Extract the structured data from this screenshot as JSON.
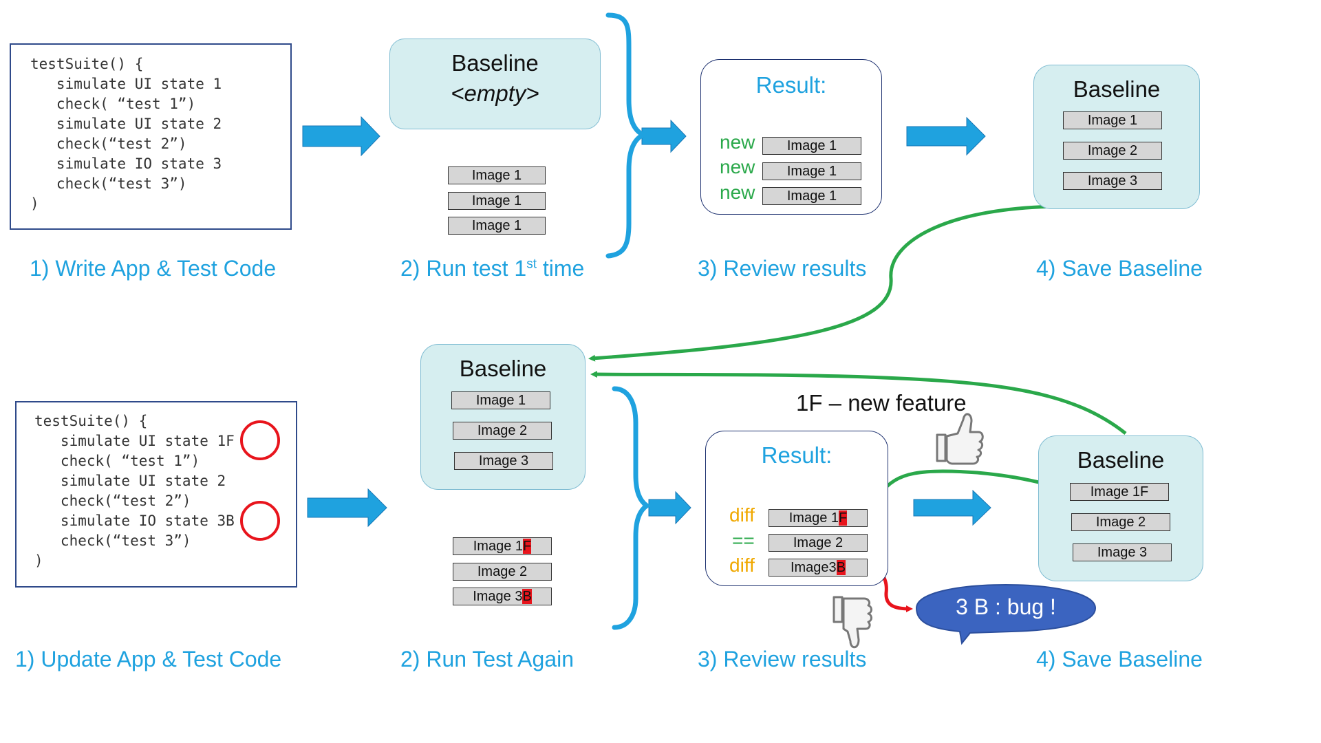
{
  "top": {
    "code": {
      "lines": [
        "testSuite() {",
        "   simulate UI state 1",
        "   check( “test 1”)",
        "   simulate UI state 2",
        "   check(“test 2”)",
        "   simulate IO state 3",
        "   check(“test 3”)",
        ")"
      ]
    },
    "step1": "1) Write App & Test Code",
    "step2_pre": "2) Run test 1",
    "step2_sup": "st",
    "step2_post": " time",
    "step3": "3) Review results",
    "step4": "4) Save Baseline",
    "baseline_empty": {
      "title": "Baseline",
      "subtitle": "<empty>"
    },
    "run_images": [
      "Image 1",
      "Image 1",
      "Image 1"
    ],
    "result": {
      "title": "Result:",
      "rows": [
        {
          "tag": "new",
          "image": "Image 1"
        },
        {
          "tag": "new",
          "image": "Image 1"
        },
        {
          "tag": "new",
          "image": "Image 1"
        }
      ]
    },
    "saved_baseline": {
      "title": "Baseline",
      "images": [
        "Image 1",
        "Image 2",
        "Image 3"
      ]
    }
  },
  "bottom": {
    "code": {
      "line1": "testSuite() {",
      "line2": "   simulate UI state 1F",
      "line3": "   check( “test 1”)",
      "line4": "   simulate UI state 2",
      "line5": "   check(“test 2”)",
      "line6": "   simulate IO state 3B",
      "line7": "   check(“test 3”)",
      "line8": ")"
    },
    "step1": "1) Update App & Test Code",
    "step2": "2) Run Test Again",
    "step3": "3) Review results",
    "step4": "4) Save Baseline",
    "baseline": {
      "title": "Baseline",
      "images": [
        "Image 1",
        "Image 2",
        "Image 3"
      ]
    },
    "run_images": [
      {
        "base": "Image 1",
        "mark": "F"
      },
      {
        "base": "Image 2",
        "mark": ""
      },
      {
        "base": "Image 3",
        "mark": "B"
      }
    ],
    "caption": "1F – new feature",
    "result": {
      "title": "Result:",
      "rows": [
        {
          "tag": "diff",
          "base": "Image 1",
          "mark": "F"
        },
        {
          "tag": "==",
          "base": "Image 2",
          "mark": ""
        },
        {
          "tag": "diff",
          "base": "Image3",
          "mark": "B"
        }
      ]
    },
    "bug_bubble": "3 B : bug !",
    "new_baseline": {
      "title": "Baseline",
      "images": [
        "Image 1F",
        "Image 2",
        "Image 3"
      ]
    }
  },
  "icons": {
    "thumbs_up": "thumbs-up-icon",
    "thumbs_down": "thumbs-down-icon"
  },
  "colors": {
    "blue": "#1fa2df",
    "green": "#2aa84a",
    "red": "#e8141c",
    "orange": "#f0a800",
    "bubble": "#3b64c0",
    "baseline_fill": "#d6eef0"
  }
}
